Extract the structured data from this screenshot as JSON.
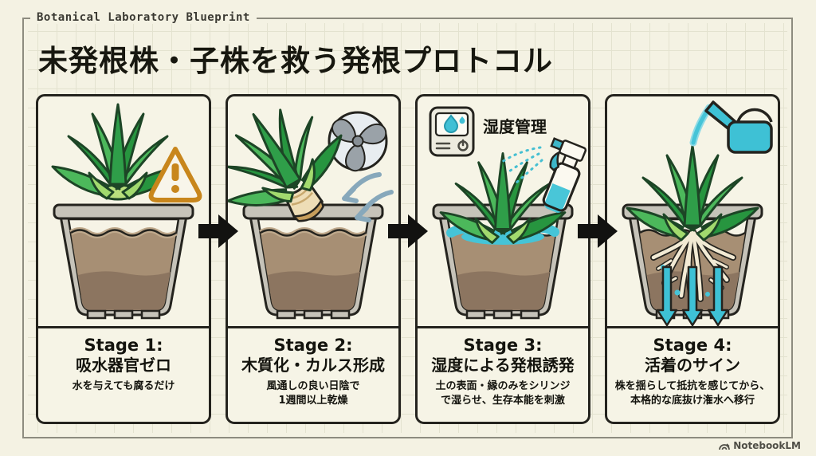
{
  "frame": {
    "label": "Botanical Laboratory Blueprint"
  },
  "title": "未発根株・子株を救う発根プロトコル",
  "stages": [
    {
      "label": "Stage 1:",
      "subtitle": "吸水器官ゼロ",
      "desc1": "水を与えても腐るだけ",
      "desc2": ""
    },
    {
      "label": "Stage 2:",
      "subtitle": "木質化・カルス形成",
      "desc1": "風通しの良い日陰で",
      "desc2": "1週間以上乾燥"
    },
    {
      "label": "Stage 3:",
      "subtitle": "湿度による発根誘発",
      "desc1": "土の表面・縁のみをシリンジ",
      "desc2": "で湿らせ、生存本能を刺激",
      "badge": "湿度管理"
    },
    {
      "label": "Stage 4:",
      "subtitle": "活着のサイン",
      "desc1": "株を揺らして抵抗を感じてから、",
      "desc2": "本格的な底抜け潅水へ移行"
    }
  ],
  "footer": {
    "brand": "NotebookLM"
  },
  "colors": {
    "background": "#f4f2e3",
    "panel_border": "#24231e",
    "accent_cyan": "#45c4d7",
    "plant_green_dark": "#27953f",
    "plant_green_mid": "#4cb85b",
    "plant_green_light": "#a2da6e",
    "soil_brown": "#a78f74",
    "soil_brown_dark": "#8c7560",
    "pot_gray": "#c6c3b9",
    "warning_orange": "#c8861c",
    "arrow_black": "#121210"
  }
}
